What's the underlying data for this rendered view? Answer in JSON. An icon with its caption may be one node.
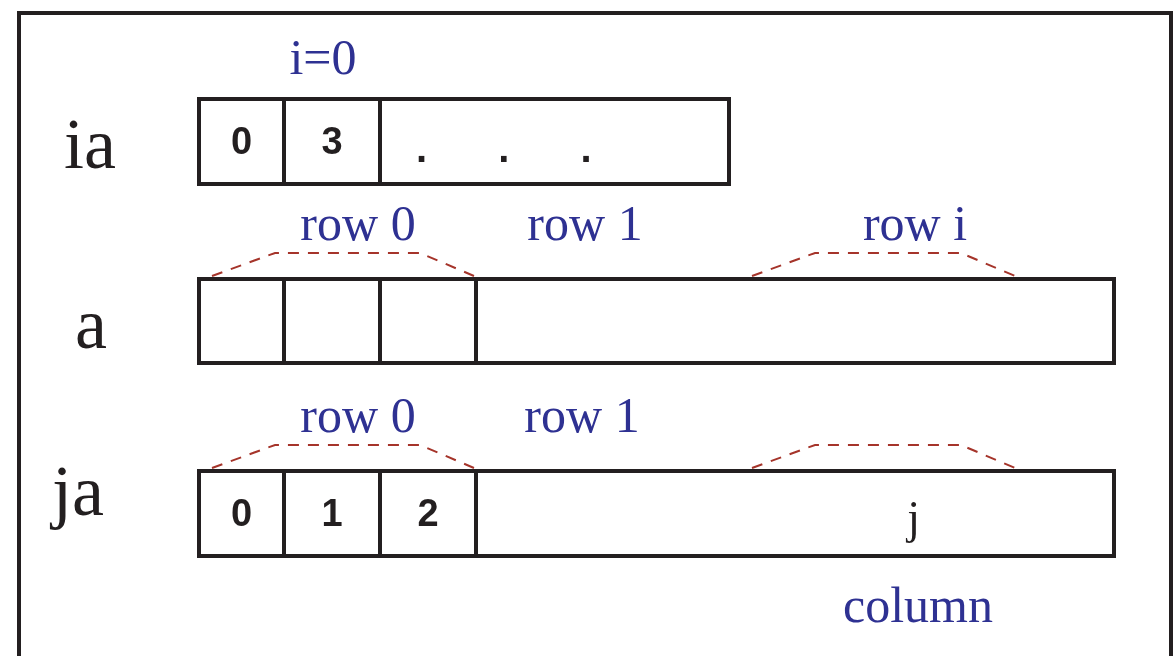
{
  "diagram": {
    "nodes": [
      {
        "text": [
          "0"
        ]
      },
      {
        "text": [
          "3"
        ]
      },
      {
        "text": [
          ". . ."
        ]
      },
      {
        "text": [],
        "shape": "box"
      },
      {
        "text": [],
        "shape": "box"
      },
      {
        "text": [],
        "shape": "box"
      },
      {
        "text": [],
        "shape": "box"
      },
      {
        "text": [
          "0"
        ]
      },
      {
        "text": [
          "1"
        ]
      },
      {
        "text": [
          "2"
        ]
      },
      {
        "text": [
          "j"
        ]
      }
    ],
    "labels": [
      "i=0",
      "ia",
      "row 0",
      "row 1",
      "row i",
      "a",
      "row 0",
      "row 1",
      "ja",
      "column"
    ]
  }
}
